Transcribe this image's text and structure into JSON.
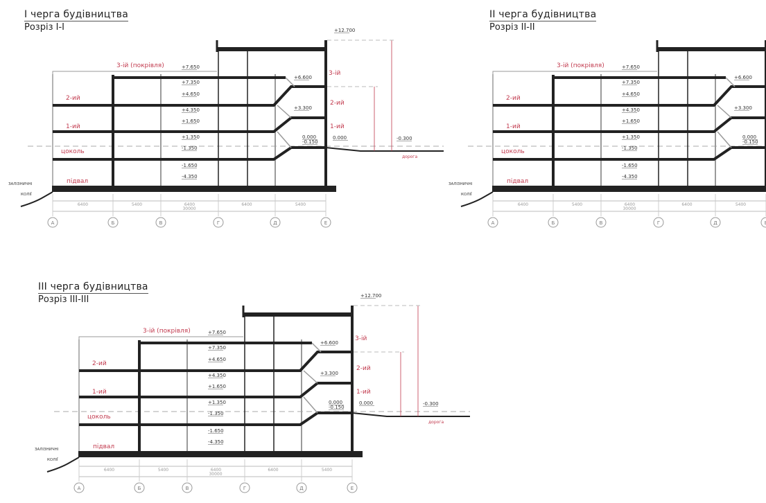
{
  "colors": {
    "accent_red": "#c23a4e",
    "structure": "#222222",
    "thin": "#9a9a9a"
  },
  "sections": [
    {
      "title": "I черга будівництва",
      "subtitle": "Розріз I-I",
      "labels": {
        "roof": "3-ій (покрівля)",
        "f2": "2-ий",
        "f1": "1-ий",
        "plinth": "цоколь",
        "basement": "підвал",
        "r3": "3-ій",
        "r2": "2-ий",
        "r1": "1-ий",
        "road": "дорога"
      },
      "elevations": {
        "e7650": "+7.650",
        "e7350": "+7.350",
        "e4650": "+4.650",
        "e4350": "+4.350",
        "e1650": "+1.650",
        "e1350": "+1.350",
        "em1350": "-1.350",
        "em1650": "-1.650",
        "em4350": "-4.350",
        "e6600": "+6.600",
        "e3300": "+3.300",
        "e0000a": "0.000",
        "em0150": "-0.150",
        "e0000b": "0.000",
        "em0300": "-0.300",
        "e12700": "+12.700"
      },
      "railway": [
        "ЗАЛІЗНИЧНІ",
        "КОЛІЇ"
      ],
      "dims": [
        "6400",
        "5400",
        "6400",
        "6400",
        "5400"
      ],
      "total": "30000",
      "axes": [
        "А",
        "Б",
        "В",
        "Г",
        "Д",
        "Е"
      ]
    },
    {
      "title": "II черга будівництва",
      "subtitle": "Розріз II-II",
      "labels": {
        "roof": "3-ій (покрівля)",
        "f2": "2-ий",
        "f1": "1-ий",
        "plinth": "цоколь",
        "basement": "підвал"
      },
      "elevations": {
        "e7650": "+7.650",
        "e7350": "+7.350",
        "e4650": "+4.650",
        "e4350": "+4.350",
        "e1650": "+1.650",
        "e1350": "+1.350",
        "em1350": "-1.350",
        "em1650": "-1.650",
        "em4350": "-4.350",
        "e6600": "+6.600",
        "e3300": "+3.300",
        "e0000a": "0.000",
        "em0150": "-0.150"
      },
      "railway": [
        "ЗАЛІЗНИЧНІ",
        "КОЛІЇ"
      ],
      "dims": [
        "6400",
        "5400",
        "6400",
        "6400",
        "5400"
      ],
      "total": "30000",
      "axes": [
        "А",
        "Б",
        "В",
        "Г",
        "Д",
        "Е"
      ]
    },
    {
      "title": "III черга будівництва",
      "subtitle": "Розріз III-III",
      "labels": {
        "roof": "3-ій (покрівля)",
        "f2": "2-ий",
        "f1": "1-ий",
        "plinth": "цоколь",
        "basement": "підвал",
        "r3": "3-ій",
        "r2": "2-ий",
        "r1": "1-ий",
        "road": "дорога"
      },
      "elevations": {
        "e7650": "+7.650",
        "e7350": "+7.350",
        "e4650": "+4.650",
        "e4350": "+4.350",
        "e1650": "+1.650",
        "e1350": "+1.350",
        "em1350": "-1.350",
        "em1650": "-1.650",
        "em4350": "-4.350",
        "e6600": "+6.600",
        "e3300": "+3.300",
        "e0000a": "0.000",
        "em0150": "-0.150",
        "e0000b": "0.000",
        "em0300": "-0.300",
        "e12700": "+12.700"
      },
      "railway": [
        "ЗАЛІЗНИЧНІ",
        "КОЛІЇ"
      ],
      "dims": [
        "6400",
        "5400",
        "6400",
        "6400",
        "5400"
      ],
      "total": "30000",
      "axes": [
        "А",
        "Б",
        "В",
        "Г",
        "Д",
        "Е"
      ]
    }
  ]
}
